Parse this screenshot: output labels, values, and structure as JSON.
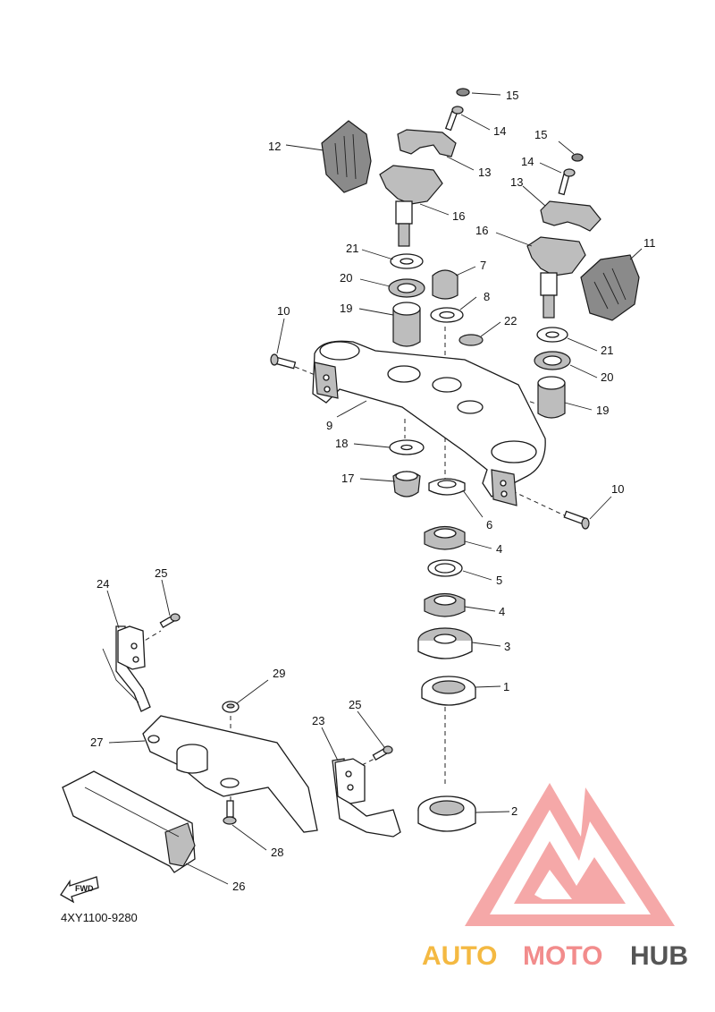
{
  "diagram": {
    "code": "4XY1100-9280",
    "fwd_label": "FWD",
    "callouts": [
      "15",
      "14",
      "13",
      "12",
      "16",
      "15",
      "14",
      "13",
      "16",
      "11",
      "21",
      "7",
      "20",
      "8",
      "19",
      "22",
      "10",
      "21",
      "20",
      "19",
      "9",
      "18",
      "17",
      "6",
      "10",
      "4",
      "5",
      "4",
      "3",
      "1",
      "24",
      "25",
      "29",
      "23",
      "25",
      "27",
      "2",
      "28",
      "26"
    ]
  },
  "watermark": {
    "part1": "AUTO",
    "part2": "MOTO",
    "part3": "HUB",
    "colors": {
      "auto": "#f4b942",
      "moto": "#f28c8c",
      "hub": "#555555",
      "logo": "#f28c8c"
    }
  }
}
